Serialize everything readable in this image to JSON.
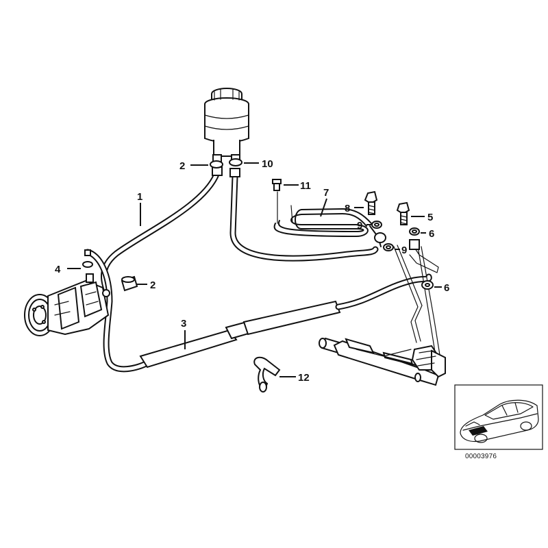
{
  "diagram": {
    "callouts": {
      "c1": "1",
      "c2a": "2",
      "c2b": "2",
      "c3": "3",
      "c4": "4",
      "c5": "5",
      "c6a": "6",
      "c6b": "6",
      "c7": "7",
      "c8": "8",
      "c9a": "9",
      "c9b": "9",
      "c10": "10",
      "c11": "11",
      "c12": "12"
    },
    "diagram_number": "00003976"
  },
  "colors": {
    "line": "#111111",
    "background": "#ffffff"
  }
}
